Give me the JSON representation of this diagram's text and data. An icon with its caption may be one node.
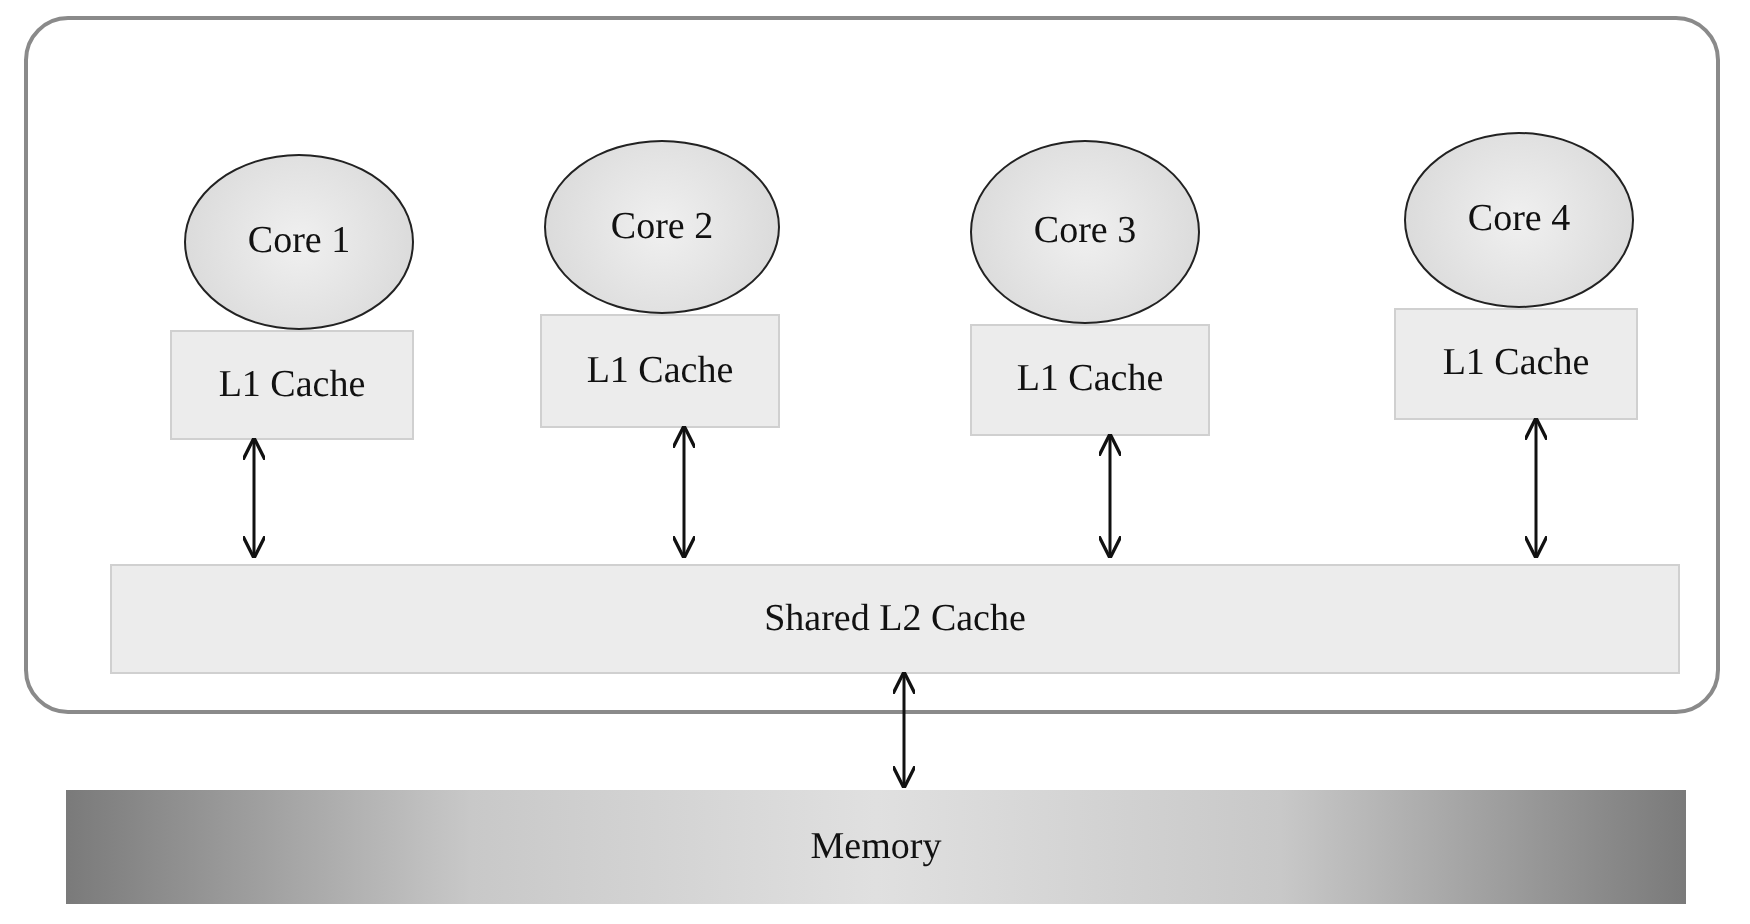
{
  "diagram": {
    "nodes": [
      {
        "text": [],
        "shape": "box"
      },
      {
        "text": [
          "Core 1"
        ],
        "in": 0
      },
      {
        "text": [
          "Core 2"
        ],
        "in": 0
      },
      {
        "text": [
          "Core 3"
        ],
        "in": 0
      },
      {
        "text": [
          "Core 4"
        ],
        "in": 0
      },
      {
        "text": [
          "L1 Cache"
        ],
        "in": 0
      },
      {
        "text": [
          "L1 Cache"
        ],
        "in": 0
      },
      {
        "text": [
          "L1 Cache"
        ],
        "in": 0
      },
      {
        "text": [
          "L1 Cache"
        ],
        "in": 0
      },
      {
        "text": [
          "Shared L2 Cache"
        ],
        "in": 0
      },
      {
        "text": [
          "Memory"
        ]
      }
    ],
    "edges": [
      {
        "from": 5,
        "to": 9,
        "arrow": "both"
      },
      {
        "from": 6,
        "to": 9,
        "arrow": "both"
      },
      {
        "from": 7,
        "to": 9,
        "arrow": "both"
      },
      {
        "from": 8,
        "to": 9,
        "arrow": "both"
      },
      {
        "from": 9,
        "to": 10,
        "arrow": "both"
      }
    ]
  }
}
